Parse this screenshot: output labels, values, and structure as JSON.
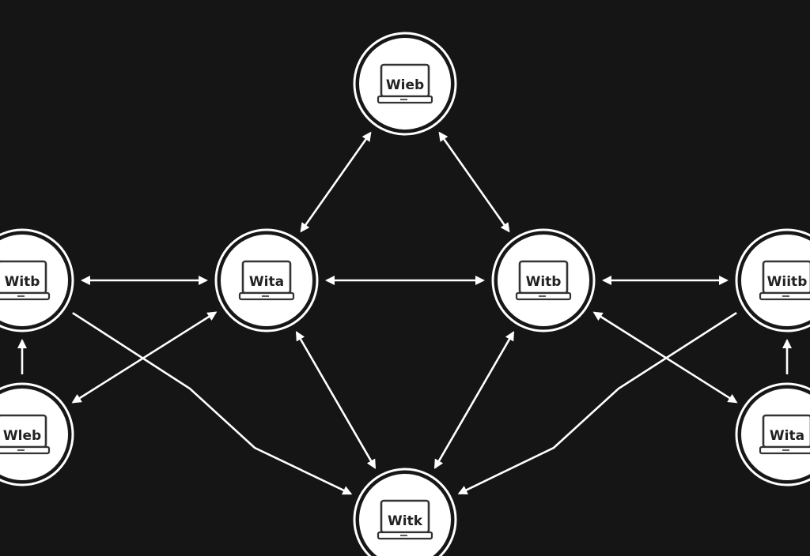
{
  "colors": {
    "background": "#151515",
    "node_fill": "#ffffff",
    "node_stroke": "#1a1a1a",
    "edge": "#ffffff",
    "icon": "#333333"
  },
  "nodes": [
    {
      "id": "n-top",
      "label": "Wieb",
      "icon": "laptop-icon"
    },
    {
      "id": "n-left-top",
      "label": "Witb",
      "icon": "laptop-icon"
    },
    {
      "id": "n-mid-left",
      "label": "Wita",
      "icon": "laptop-icon"
    },
    {
      "id": "n-mid-right",
      "label": "Witb",
      "icon": "laptop-icon"
    },
    {
      "id": "n-right-top",
      "label": "Wiitb",
      "icon": "laptop-icon"
    },
    {
      "id": "n-left-bot",
      "label": "Wleb",
      "icon": "laptop-icon"
    },
    {
      "id": "n-right-bot",
      "label": "Wita",
      "icon": "laptop-icon"
    },
    {
      "id": "n-bottom",
      "label": "Witk",
      "icon": "laptop-icon"
    }
  ],
  "edges": [
    {
      "from": "n-mid-left",
      "to": "n-top",
      "direction": "both"
    },
    {
      "from": "n-top",
      "to": "n-mid-right",
      "direction": "both"
    },
    {
      "from": "n-left-top",
      "to": "n-mid-left",
      "direction": "both"
    },
    {
      "from": "n-mid-left",
      "to": "n-mid-right",
      "direction": "both"
    },
    {
      "from": "n-mid-right",
      "to": "n-right-top",
      "direction": "both"
    },
    {
      "from": "n-left-bot",
      "to": "n-left-top",
      "direction": "forward"
    },
    {
      "from": "n-right-bot",
      "to": "n-right-top",
      "direction": "forward"
    },
    {
      "from": "n-left-bot",
      "to": "n-mid-left",
      "direction": "both"
    },
    {
      "from": "n-mid-left",
      "to": "n-bottom",
      "direction": "both"
    },
    {
      "from": "n-mid-right",
      "to": "n-bottom",
      "direction": "both"
    },
    {
      "from": "n-mid-right",
      "to": "n-right-bot",
      "direction": "both"
    },
    {
      "from": "n-left-top",
      "to": "n-bottom",
      "direction": "forward"
    },
    {
      "from": "n-right-top",
      "to": "n-bottom",
      "direction": "forward"
    }
  ]
}
